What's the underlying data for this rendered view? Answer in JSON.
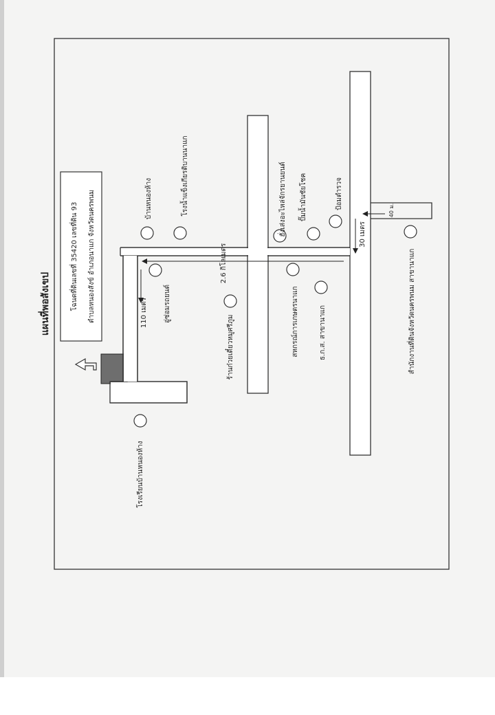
{
  "map": {
    "title": "แผนที่พอสังเขป",
    "parcel_line1": "โฉนดที่ดินเลขที่ 35420 เลขที่ดิน 93",
    "parcel_line2": "ตำบลหนองสังข์ อำเภอนาแก จังหวัดนครพนม",
    "distance_main": "2.6 กิโลเมตร",
    "distance_side": "110 เมตร",
    "distance_junction": "30 เมตร",
    "distance_highway": "40 ม.",
    "landmarks": {
      "school": "โรงเรียนบ้านหนองห้าง",
      "village": "บ้านหนองห้าง",
      "rice_mill": "โรงน้ำแข็งเกียรติบานนาแก",
      "garage": "อู่ซ่อมรถยนต์",
      "noodle_shop": "ร้านก๋วยเตี๋ยวหมูศรีภูม",
      "tractor_shop": "ฮั่งเส่งอะไหล่จักรยานยนต์",
      "gas_station": "ปั๊มน้ำมันชัยโชค",
      "police": "ป้อมตำรวจ",
      "coop": "สหกรณ์การเกษตรนาแก",
      "baac": "ธ.ก.ส. สาขานาแก",
      "land_office": "สำนักงานที่ดินจังหวัดนครพนม สาขานาแก"
    }
  }
}
